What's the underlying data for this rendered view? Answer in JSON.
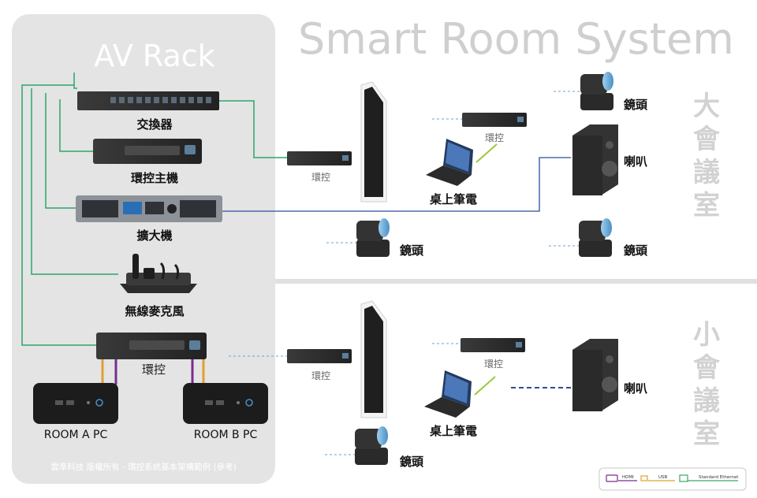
{
  "title": "Smart Room System",
  "rack": {
    "title": "AV Rack",
    "switch_label": "交換器",
    "host_label": "環控主機",
    "amp_label": "擴大機",
    "mic_label": "無線麥克風",
    "control_label": "環控",
    "pc_a_label": "ROOM A PC",
    "pc_b_label": "ROOM B PC",
    "footer": "雲準科技 版權所有 - 環控系統基本架構範例 (參考)"
  },
  "large_room": {
    "name_chars": [
      "大",
      "會",
      "議",
      "室"
    ],
    "control_1": "環控",
    "control_2": "環控",
    "laptop": "桌上筆電",
    "camera_1": "鏡頭",
    "speaker": "喇叭",
    "camera_2": "鏡頭",
    "camera_3": "鏡頭"
  },
  "small_room": {
    "name_chars": [
      "小",
      "會",
      "議",
      "室"
    ],
    "control_1": "環控",
    "control_2": "環控",
    "laptop": "桌上筆電",
    "speaker": "喇叭",
    "camera_1": "鏡頭"
  },
  "legend": {
    "hdmi": "HDMI",
    "usb": "USB",
    "ethernet": "Standard Ethernet",
    "hdmi_color": "#7a2c8f",
    "usb_color": "#e0a030",
    "ethernet_color": "#3aa860"
  },
  "colors": {
    "ethernet_line": "#2aa66a",
    "speaker_line": "#2b4c9a",
    "dashed_line": "#6aa0d0",
    "laptop_link": "#9cc83a",
    "panel_bg": "#e4e4e4"
  }
}
